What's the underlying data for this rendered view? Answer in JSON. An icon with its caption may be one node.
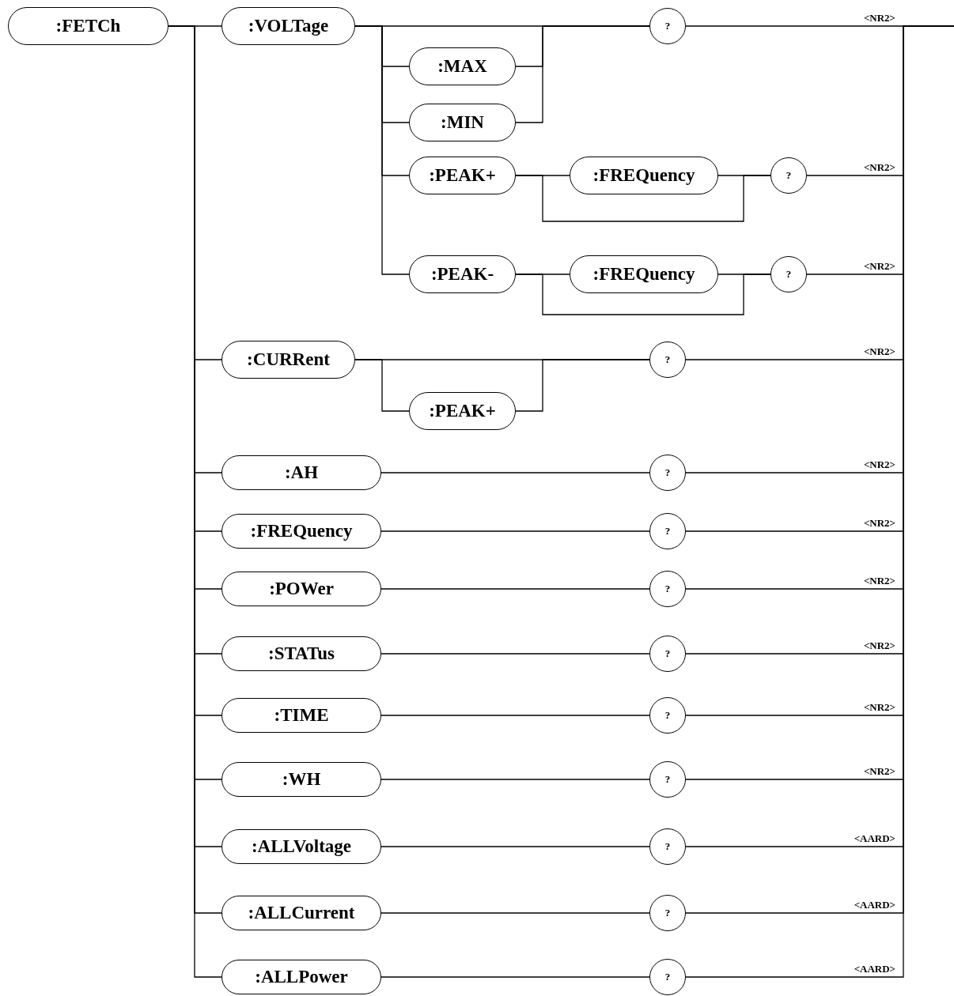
{
  "diagram": {
    "nodes": [
      {
        "text": [
          ":FETCh"
        ]
      },
      {
        "text": [
          ":VOLTage"
        ]
      },
      {
        "text": [
          "?"
        ]
      },
      {
        "text": [
          ":MAX"
        ]
      },
      {
        "text": [
          ":MIN"
        ]
      },
      {
        "text": [
          ":PEAK+"
        ]
      },
      {
        "text": [
          ":FREQuency"
        ]
      },
      {
        "text": [
          "?"
        ]
      },
      {
        "text": [
          ":PEAK-"
        ]
      },
      {
        "text": [
          ":FREQuency"
        ]
      },
      {
        "text": [
          "?"
        ]
      },
      {
        "text": [
          ":CURRent"
        ]
      },
      {
        "text": [
          "?"
        ]
      },
      {
        "text": [
          ":PEAK+"
        ]
      },
      {
        "text": [
          ":AH"
        ]
      },
      {
        "text": [
          "?"
        ]
      },
      {
        "text": [
          ":FREQuency"
        ]
      },
      {
        "text": [
          "?"
        ]
      },
      {
        "text": [
          ":POWer"
        ]
      },
      {
        "text": [
          "?"
        ]
      },
      {
        "text": [
          ":STATus"
        ]
      },
      {
        "text": [
          "?"
        ]
      },
      {
        "text": [
          ":TIME"
        ]
      },
      {
        "text": [
          "?"
        ]
      },
      {
        "text": [
          ":WH"
        ]
      },
      {
        "text": [
          "?"
        ]
      },
      {
        "text": [
          ":ALLVoltage"
        ]
      },
      {
        "text": [
          "?"
        ]
      },
      {
        "text": [
          ":ALLCurrent"
        ]
      },
      {
        "text": [
          "?"
        ]
      },
      {
        "text": [
          ":ALLPower"
        ]
      },
      {
        "text": [
          "?"
        ]
      }
    ],
    "edges": [
      {
        "from": 0,
        "to": 1,
        "arrow": "none"
      },
      {
        "from": 0,
        "to": 11,
        "arrow": "none"
      },
      {
        "from": 0,
        "to": 14,
        "arrow": "none"
      },
      {
        "from": 0,
        "to": 16,
        "arrow": "none"
      },
      {
        "from": 0,
        "to": 18,
        "arrow": "none"
      },
      {
        "from": 0,
        "to": 20,
        "arrow": "none"
      },
      {
        "from": 0,
        "to": 22,
        "arrow": "none"
      },
      {
        "from": 0,
        "to": 24,
        "arrow": "none"
      },
      {
        "from": 0,
        "to": 26,
        "arrow": "none"
      },
      {
        "from": 0,
        "to": 28,
        "arrow": "none"
      },
      {
        "from": 0,
        "to": 30,
        "arrow": "none"
      },
      {
        "from": 1,
        "to": 2,
        "arrow": "none"
      },
      {
        "from": 1,
        "to": 3,
        "arrow": "none"
      },
      {
        "from": 1,
        "to": 4,
        "arrow": "none"
      },
      {
        "from": 1,
        "to": 5,
        "arrow": "none"
      },
      {
        "from": 1,
        "to": 8,
        "arrow": "none"
      },
      {
        "from": 3,
        "to": 2,
        "arrow": "none"
      },
      {
        "from": 4,
        "to": 2,
        "arrow": "none"
      },
      {
        "from": 5,
        "to": 6,
        "arrow": "none"
      },
      {
        "from": 6,
        "to": 7,
        "arrow": "none"
      },
      {
        "from": 5,
        "to": 7,
        "arrow": "none"
      },
      {
        "from": 8,
        "to": 9,
        "arrow": "none"
      },
      {
        "from": 9,
        "to": 10,
        "arrow": "none"
      },
      {
        "from": 8,
        "to": 10,
        "arrow": "none"
      },
      {
        "from": 11,
        "to": 12,
        "arrow": "none"
      },
      {
        "from": 11,
        "to": 13,
        "arrow": "none"
      },
      {
        "from": 13,
        "to": 12,
        "arrow": "none"
      },
      {
        "from": 14,
        "to": 15,
        "arrow": "none"
      },
      {
        "from": 16,
        "to": 17,
        "arrow": "none"
      },
      {
        "from": 18,
        "to": 19,
        "arrow": "none"
      },
      {
        "from": 20,
        "to": 21,
        "arrow": "none"
      },
      {
        "from": 22,
        "to": 23,
        "arrow": "none"
      },
      {
        "from": 24,
        "to": 25,
        "arrow": "none"
      },
      {
        "from": 26,
        "to": 27,
        "arrow": "none"
      },
      {
        "from": 28,
        "to": 29,
        "arrow": "none"
      },
      {
        "from": 30,
        "to": 31,
        "arrow": "none"
      },
      {
        "from": 2,
        "to": null,
        "arrow": "none",
        "label": "<NR2>"
      },
      {
        "from": 7,
        "to": null,
        "arrow": "none",
        "label": "<NR2>"
      },
      {
        "from": 10,
        "to": null,
        "arrow": "none",
        "label": "<NR2>"
      },
      {
        "from": 12,
        "to": null,
        "arrow": "none",
        "label": "<NR2>"
      },
      {
        "from": 15,
        "to": null,
        "arrow": "none",
        "label": "<NR2>"
      },
      {
        "from": 17,
        "to": null,
        "arrow": "none",
        "label": "<NR2>"
      },
      {
        "from": 19,
        "to": null,
        "arrow": "none",
        "label": "<NR2>"
      },
      {
        "from": 21,
        "to": null,
        "arrow": "none",
        "label": "<NR2>"
      },
      {
        "from": 23,
        "to": null,
        "arrow": "none",
        "label": "<NR2>"
      },
      {
        "from": 25,
        "to": null,
        "arrow": "none",
        "label": "<NR2>"
      },
      {
        "from": 27,
        "to": null,
        "arrow": "none",
        "label": "<AARD>"
      },
      {
        "from": 29,
        "to": null,
        "arrow": "none",
        "label": "<AARD>"
      },
      {
        "from": 31,
        "to": null,
        "arrow": "none",
        "label": "<AARD>"
      }
    ]
  }
}
